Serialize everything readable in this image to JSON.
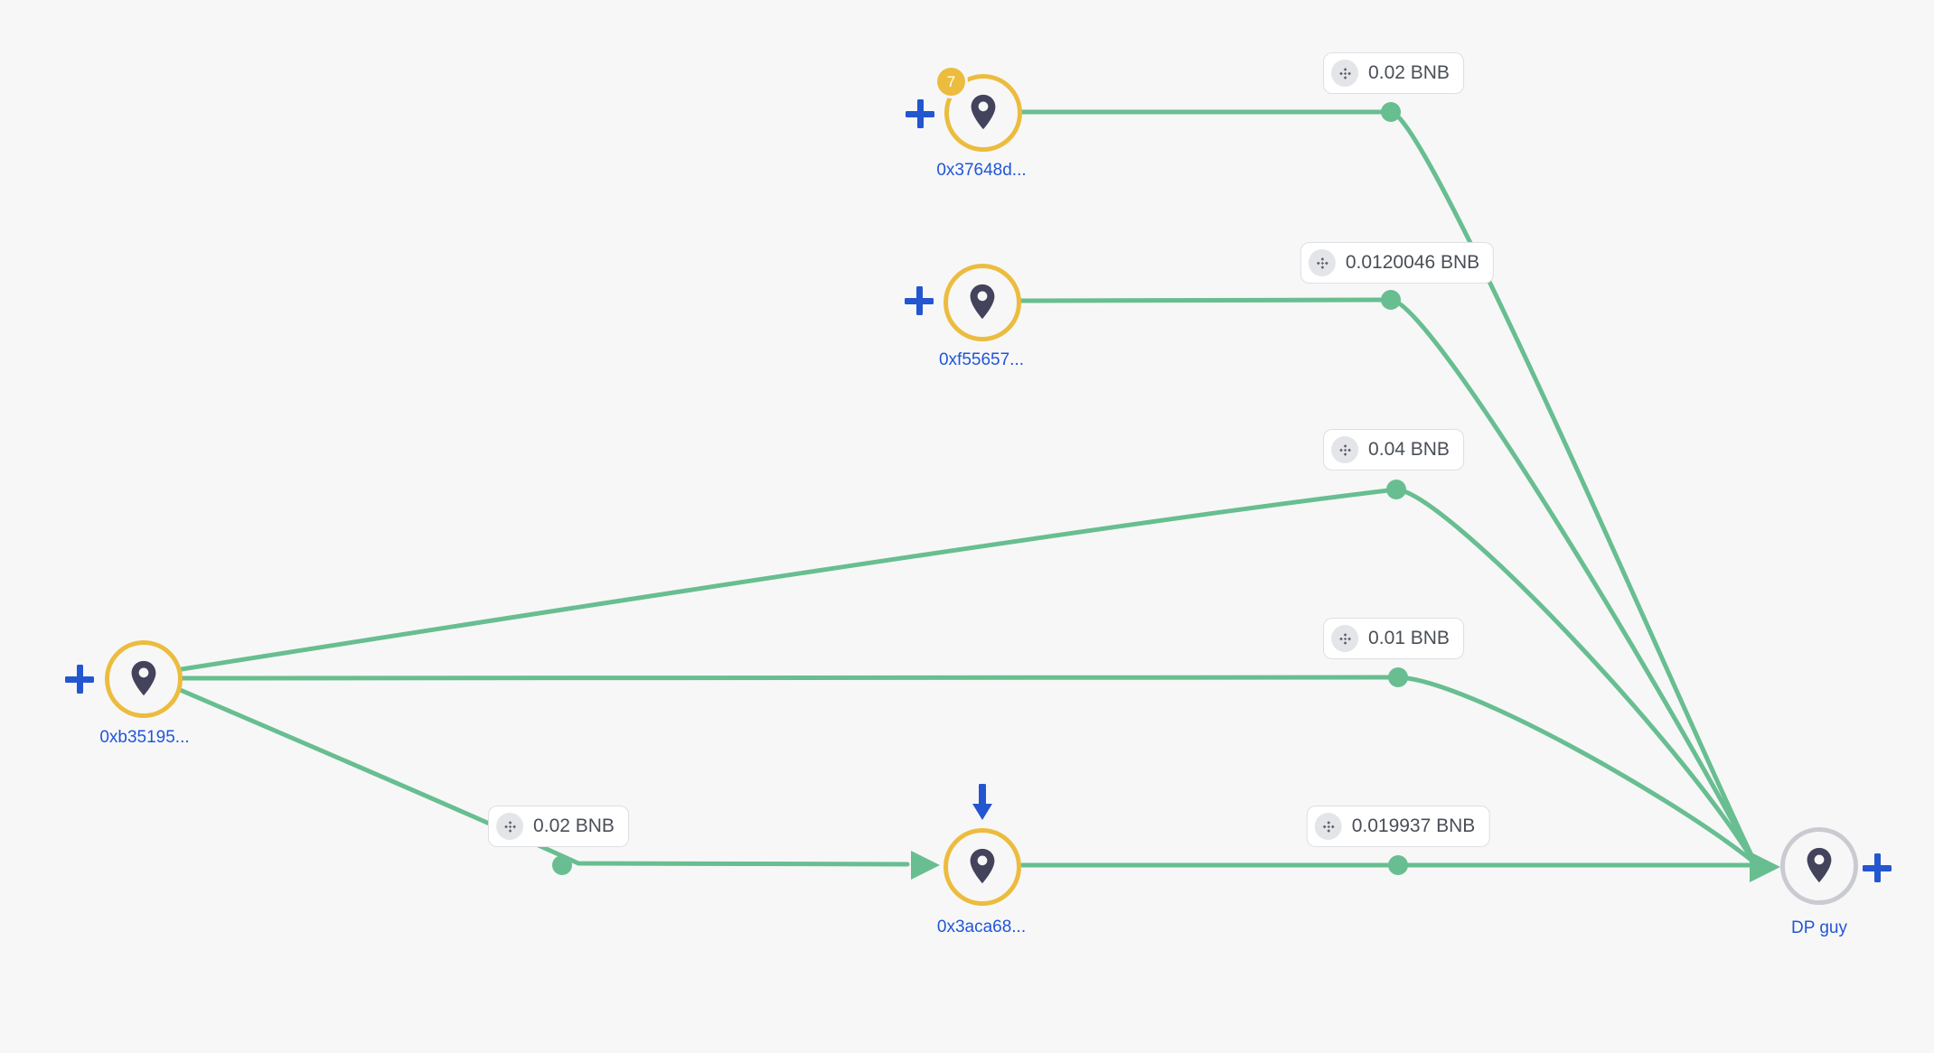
{
  "app": {
    "type": "crypto-fund-flow-graph",
    "background": "#f7f7f8"
  },
  "colors": {
    "edge_green": "#68be90",
    "node_ring_yellow": "#ecbc3e",
    "node_ring_gray": "#c9cbd1",
    "action_blue": "#2456cf",
    "pin_navy": "#43435c",
    "chip_text": "#4a4f56",
    "chip_border": "#dcdfe4",
    "badge_yellow": "#ecbc3e"
  },
  "icons": {
    "node": "location-pin-icon",
    "chip_coin": "bnb-diamond-icon",
    "expand": "plus-icon",
    "incoming_indicator": "arrow-down-icon"
  },
  "nodes": [
    {
      "label": "0x37648d...",
      "badge_count": "7",
      "ring": "yellow"
    },
    {
      "label": "0xf55657...",
      "ring": "yellow"
    },
    {
      "label": "0xb35195...",
      "ring": "yellow"
    },
    {
      "label": "0x3aca68...",
      "ring": "yellow"
    },
    {
      "label": "DP guy",
      "ring": "gray"
    }
  ],
  "edges": [
    {
      "from": "0x37648d...",
      "to": "DP guy",
      "amount": "0.02 BNB"
    },
    {
      "from": "0xf55657...",
      "to": "DP guy",
      "amount": "0.0120046 BNB"
    },
    {
      "from": "0xb35195...",
      "to": "DP guy",
      "amount": "0.04 BNB"
    },
    {
      "from": "0xb35195...",
      "to": "DP guy",
      "amount": "0.01 BNB"
    },
    {
      "from": "0xb35195...",
      "to": "0x3aca68...",
      "amount": "0.02 BNB"
    },
    {
      "from": "0x3aca68...",
      "to": "DP guy",
      "amount": "0.019937 BNB"
    }
  ]
}
